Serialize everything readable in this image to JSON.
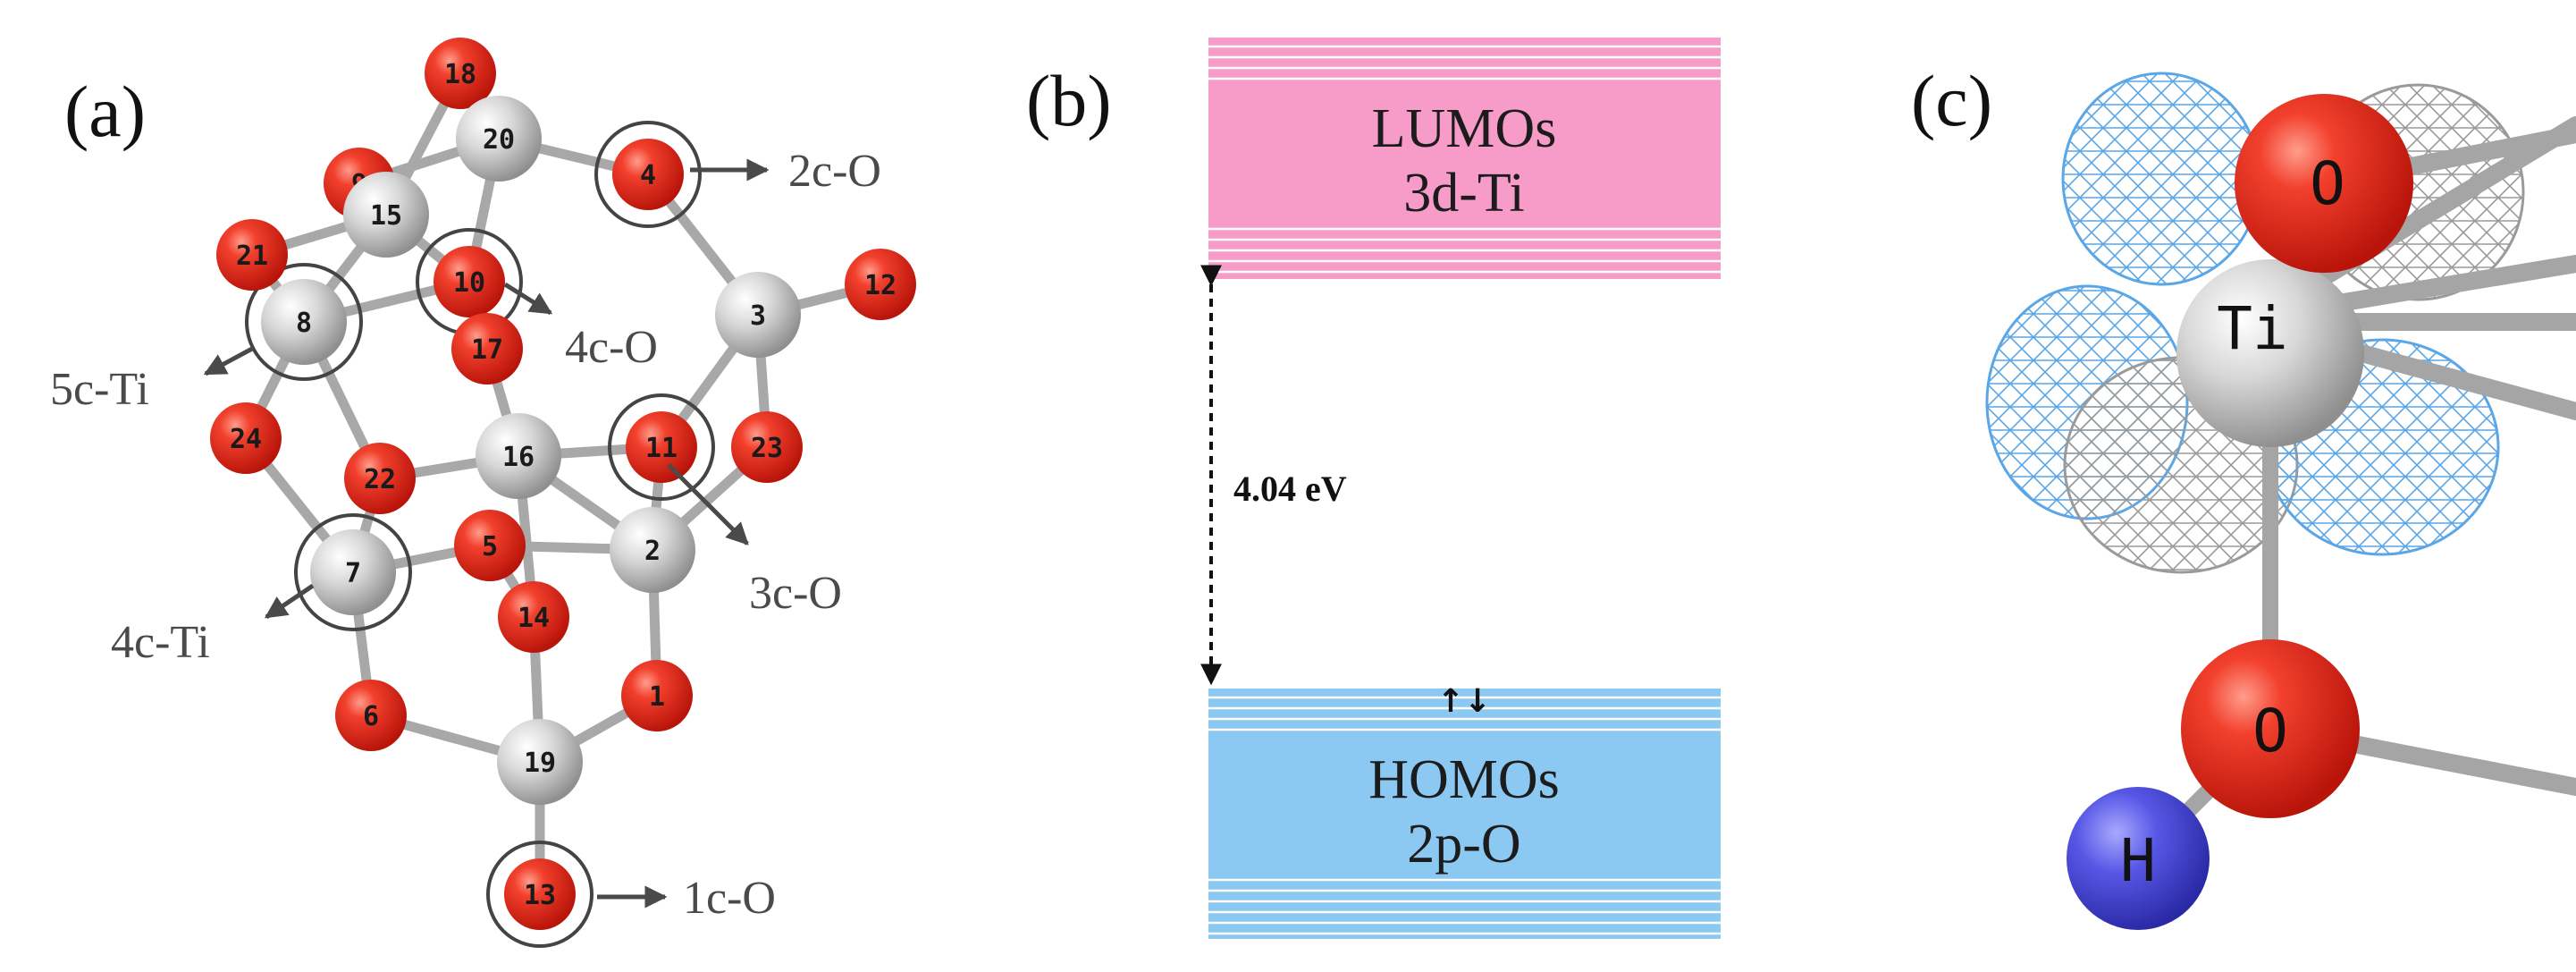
{
  "panels": {
    "a": {
      "label": "(a)"
    },
    "b": {
      "label": "(b)"
    },
    "c": {
      "label": "(c)"
    }
  },
  "cluster": {
    "atoms": [
      {
        "n": "1",
        "el": "O"
      },
      {
        "n": "2",
        "el": "Ti"
      },
      {
        "n": "3",
        "el": "Ti"
      },
      {
        "n": "4",
        "el": "O"
      },
      {
        "n": "5",
        "el": "O"
      },
      {
        "n": "6",
        "el": "O"
      },
      {
        "n": "7",
        "el": "Ti"
      },
      {
        "n": "8",
        "el": "Ti"
      },
      {
        "n": "9",
        "el": "O"
      },
      {
        "n": "10",
        "el": "O"
      },
      {
        "n": "11",
        "el": "O"
      },
      {
        "n": "12",
        "el": "O"
      },
      {
        "n": "13",
        "el": "O"
      },
      {
        "n": "14",
        "el": "O"
      },
      {
        "n": "15",
        "el": "Ti"
      },
      {
        "n": "16",
        "el": "Ti"
      },
      {
        "n": "17",
        "el": "O"
      },
      {
        "n": "18",
        "el": "O"
      },
      {
        "n": "19",
        "el": "Ti"
      },
      {
        "n": "20",
        "el": "Ti"
      },
      {
        "n": "21",
        "el": "O"
      },
      {
        "n": "22",
        "el": "O"
      },
      {
        "n": "23",
        "el": "O"
      },
      {
        "n": "24",
        "el": "O"
      }
    ],
    "callouts": {
      "c2O": "2c-O",
      "c4O": "4c-O",
      "c5Ti": "5c-Ti",
      "c3O": "3c-O",
      "c4Ti": "4c-Ti",
      "c1O": "1c-O"
    }
  },
  "bands": {
    "lumo_line1": "LUMOs",
    "lumo_line2": "3d-Ti",
    "homo_line1": "HOMOs",
    "homo_line2": "2p-O",
    "gap": "4.04 eV",
    "spin_symbol": "↑↓",
    "lumo_color": "#f79cc8",
    "homo_color": "#8cc9f2"
  },
  "orbital": {
    "o_top": "O",
    "ti": "Ti",
    "o_bottom": "O",
    "h": "H"
  }
}
